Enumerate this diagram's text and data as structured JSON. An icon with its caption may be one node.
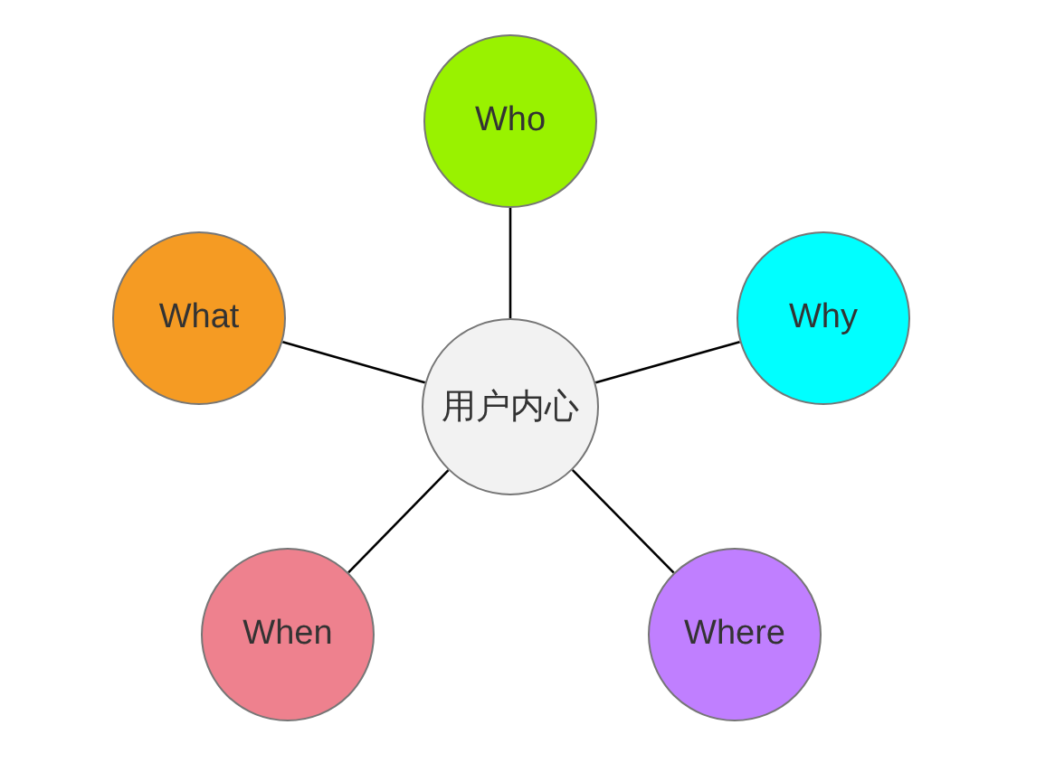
{
  "diagram": {
    "nodes": [
      {
        "text": [
          "Who"
        ]
      },
      {
        "text": [
          "What"
        ]
      },
      {
        "text": [
          "Why"
        ]
      },
      {
        "text": [
          "用户内心"
        ]
      },
      {
        "text": [
          "When"
        ]
      },
      {
        "text": [
          "Where"
        ]
      }
    ],
    "edges": [
      {
        "from": 3,
        "to": 0,
        "arrow": "none"
      },
      {
        "from": 3,
        "to": 1,
        "arrow": "none"
      },
      {
        "from": 3,
        "to": 2,
        "arrow": "none"
      },
      {
        "from": 3,
        "to": 4,
        "arrow": "none"
      },
      {
        "from": 3,
        "to": 5,
        "arrow": "none"
      }
    ]
  }
}
